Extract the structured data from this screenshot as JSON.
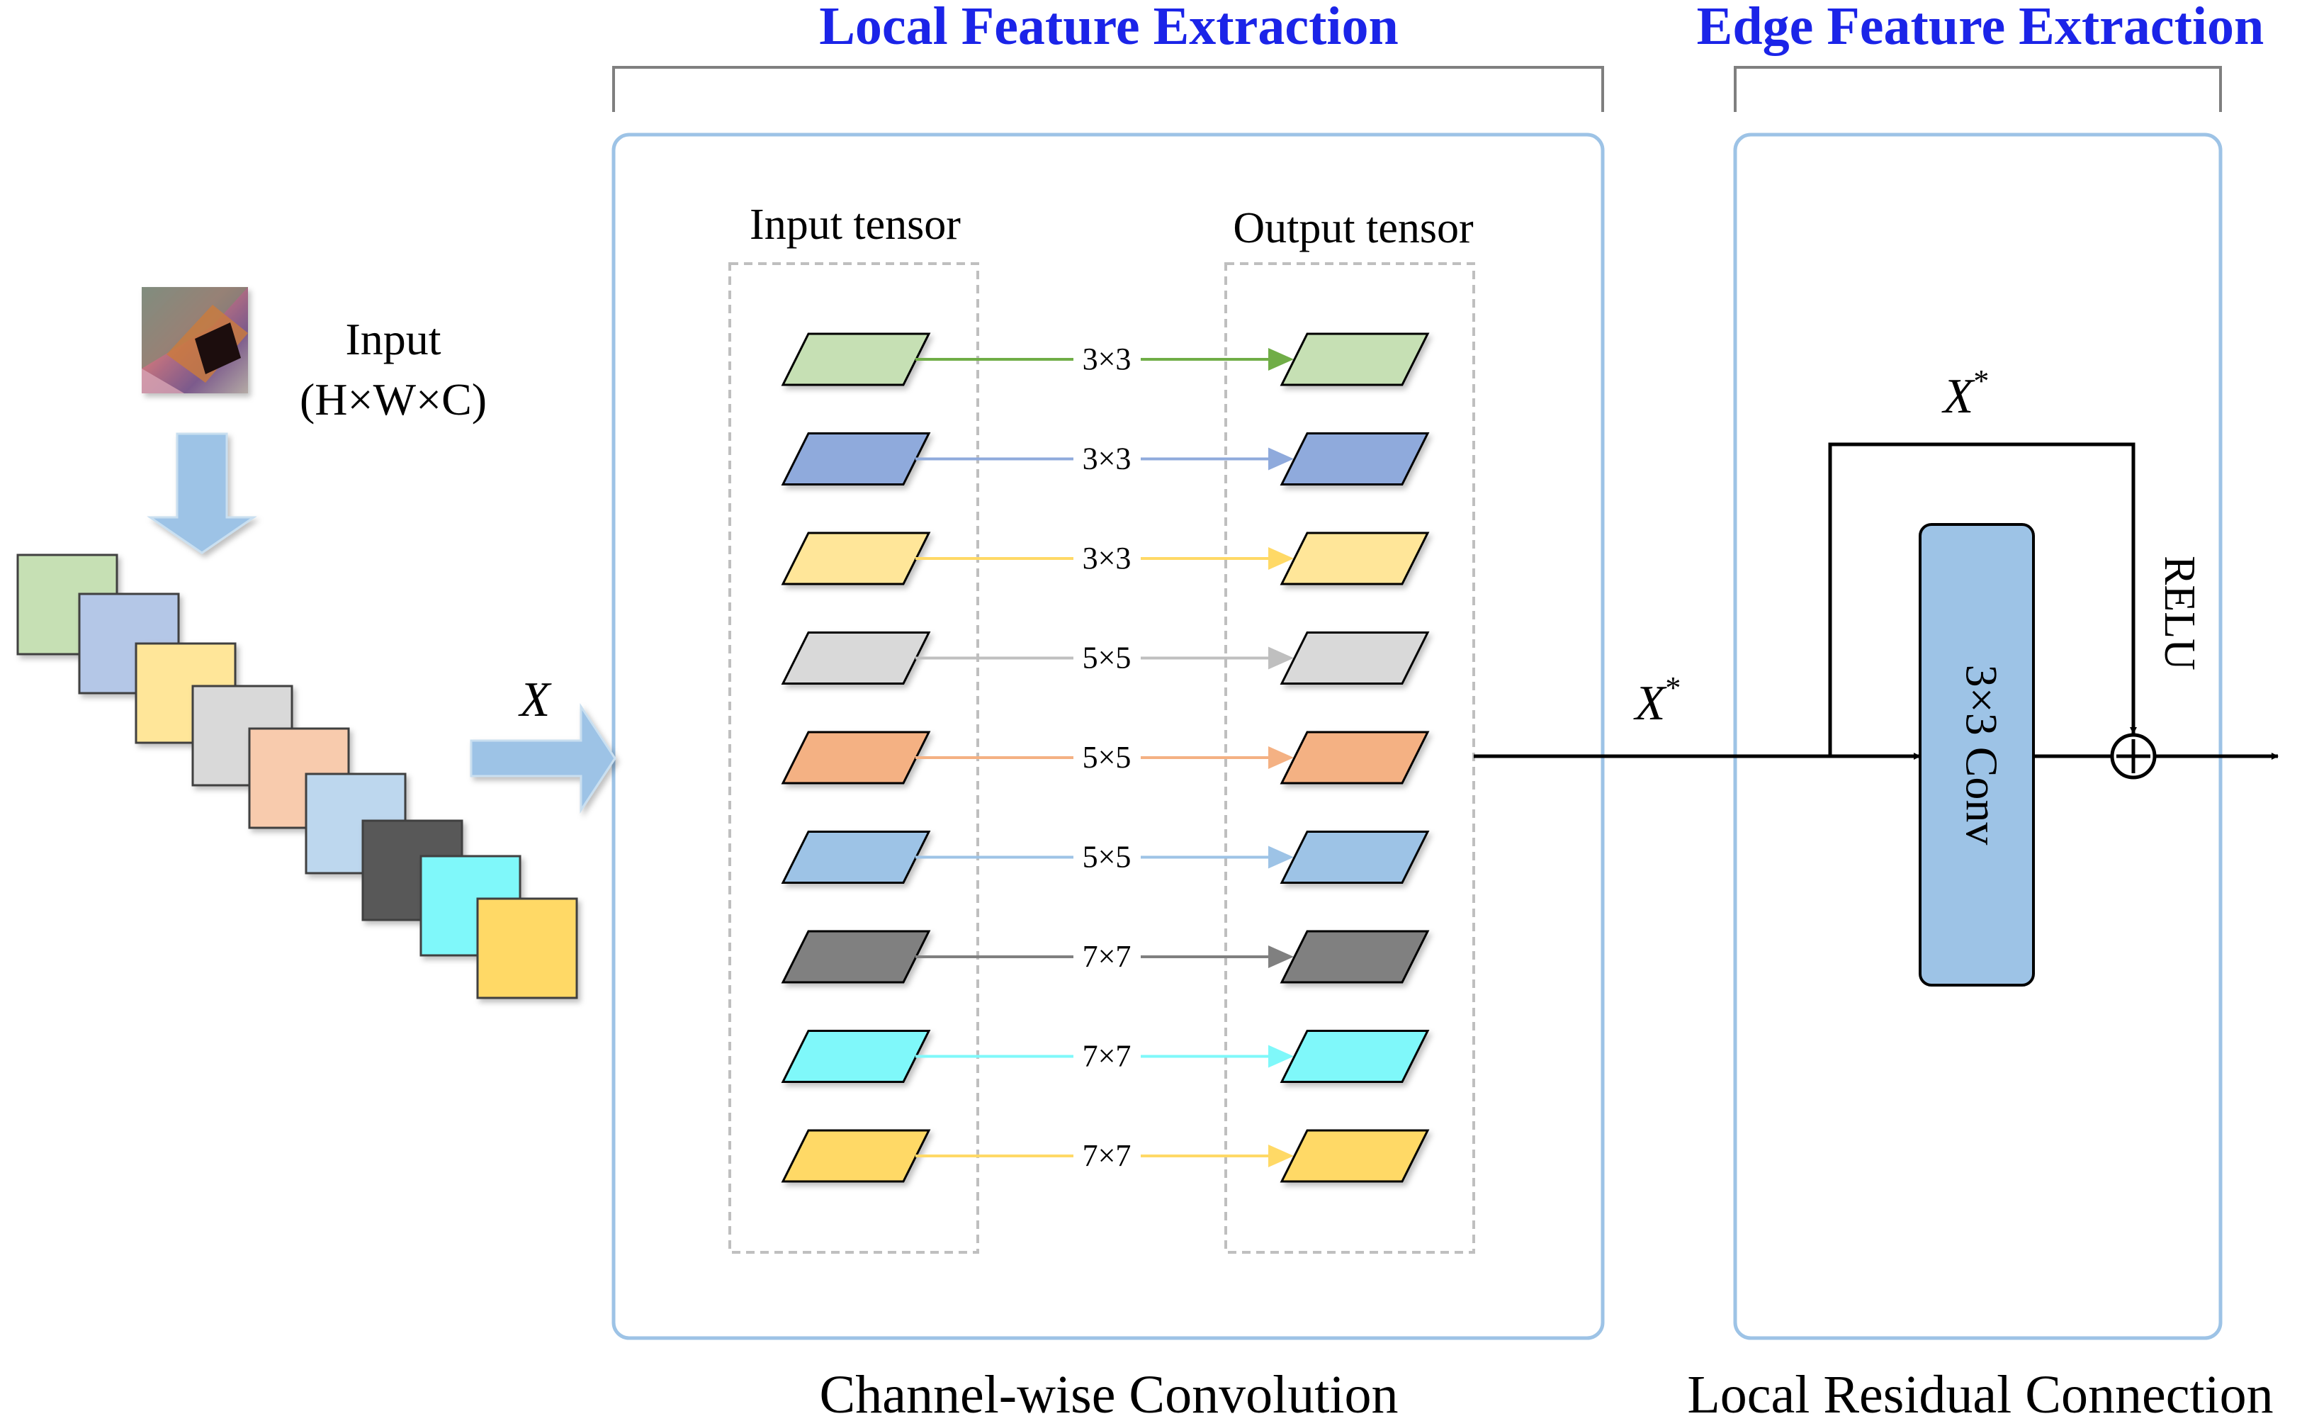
{
  "headers": {
    "local": "Local Feature Extraction",
    "edge": "Edge Feature Extraction"
  },
  "captions": {
    "local": "Channel-wise Convolution",
    "edge": "Local Residual Connection"
  },
  "input": {
    "label": "Input",
    "dims": "(H×W×C)"
  },
  "x_label": "X",
  "xstar_base": "X",
  "xstar_sup": "*",
  "tensor_labels": {
    "input": "Input tensor",
    "output": "Output tensor"
  },
  "channels": [
    {
      "kernel": "3×3",
      "fill": "#c6e0b4",
      "line": "#70ad47"
    },
    {
      "kernel": "3×3",
      "fill": "#8faadc",
      "line": "#8faadc"
    },
    {
      "kernel": "3×3",
      "fill": "#ffe699",
      "line": "#ffd966"
    },
    {
      "kernel": "5×5",
      "fill": "#d9d9d9",
      "line": "#bfbfbf"
    },
    {
      "kernel": "5×5",
      "fill": "#f4b183",
      "line": "#f4b183"
    },
    {
      "kernel": "5×5",
      "fill": "#9dc3e6",
      "line": "#9dc3e6"
    },
    {
      "kernel": "7×7",
      "fill": "#808080",
      "line": "#808080"
    },
    {
      "kernel": "7×7",
      "fill": "#7ff8fa",
      "line": "#7ff8fa"
    },
    {
      "kernel": "7×7",
      "fill": "#ffd966",
      "line": "#ffd966"
    }
  ],
  "stack_colors": [
    "#c6e0b4",
    "#b4c7e7",
    "#ffe699",
    "#d9d9d9",
    "#f8cbad",
    "#bdd7ee",
    "#595959",
    "#7ff8fa",
    "#ffd966"
  ],
  "conv_label": "3×3 Conv",
  "relu_label": "RELU",
  "colors": {
    "header_blue": "#1b24e8",
    "panel_border": "#9dc3e6",
    "arrow_blue": "#9dc3e6",
    "conv_fill": "#9dc3e6"
  }
}
